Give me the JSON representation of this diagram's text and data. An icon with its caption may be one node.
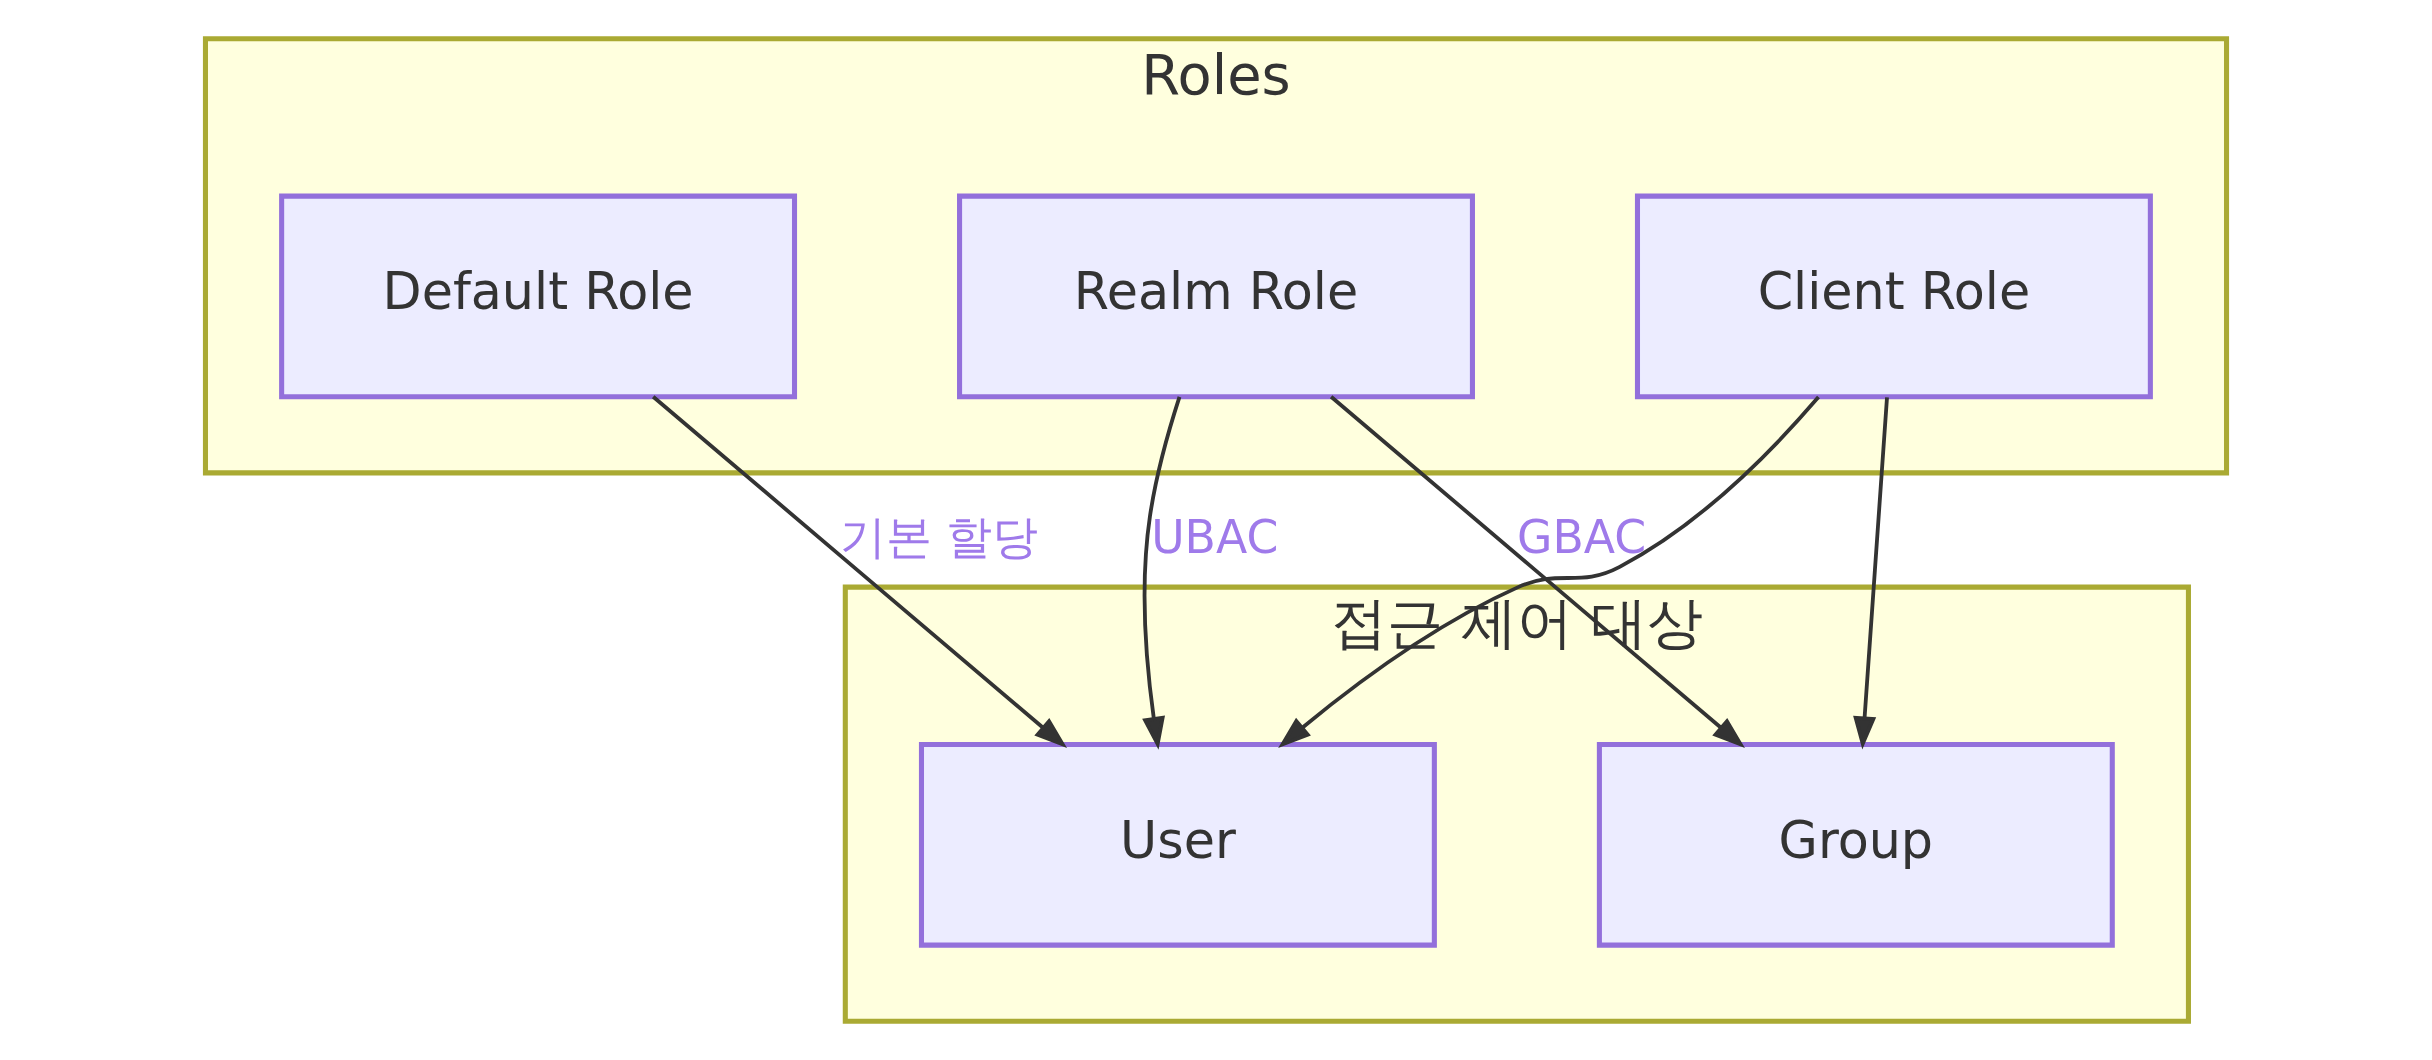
{
  "diagram": {
    "nodes": [
      {
        "text": [
          "Roles"
        ]
      },
      {
        "text": [
          "Default Role"
        ],
        "in": 0
      },
      {
        "text": [
          "Realm Role"
        ],
        "in": 0
      },
      {
        "text": [
          "Client Role"
        ],
        "in": 0
      },
      {
        "text": [
          "접근 제어 대상"
        ]
      },
      {
        "text": [
          "User"
        ],
        "in": 4
      },
      {
        "text": [
          "Group"
        ],
        "in": 4
      }
    ],
    "edges": [
      {
        "from": 1,
        "to": 5,
        "arrow": "to",
        "label": "기본 할당"
      },
      {
        "from": 2,
        "to": 5,
        "arrow": "to",
        "label": "UBAC"
      },
      {
        "from": 2,
        "to": 6,
        "arrow": "to",
        "label": "GBAC"
      },
      {
        "from": 3,
        "to": 5,
        "arrow": "to"
      },
      {
        "from": 3,
        "to": 6,
        "arrow": "to"
      }
    ]
  }
}
